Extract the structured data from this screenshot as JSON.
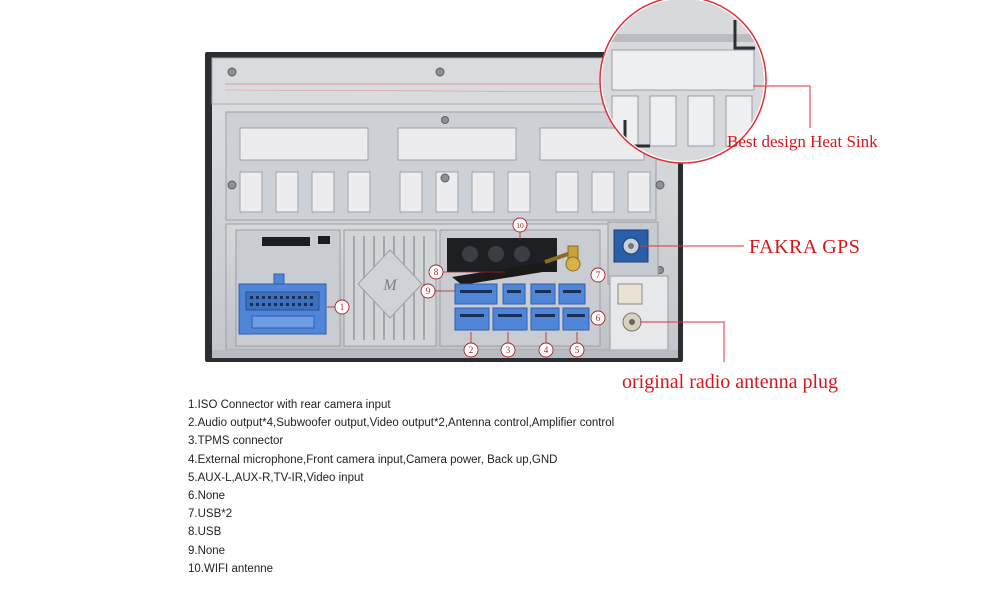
{
  "callouts": {
    "heat_sink": "Best design Heat Sink",
    "fakra_gps": "FAKRA GPS",
    "radio_antenna": "original radio antenna plug"
  },
  "markers": {
    "m1": "1",
    "m2": "2",
    "m3": "3",
    "m4": "4",
    "m5": "5",
    "m6": "6",
    "m7": "7",
    "m8": "8",
    "m9": "9",
    "m10": "10"
  },
  "notes": [
    "1.ISO Connector with rear camera input",
    "2.Audio output*4,Subwoofer output,Video output*2,Antenna control,Amplifier control",
    "3.TPMS connector",
    "4.External microphone,Front camera input,Camera power, Back up,GND",
    "5.AUX-L,AUX-R,TV-IR,Video input",
    "6.None",
    "7.USB*2",
    "8.USB",
    "9.None",
    "10.WIFI antenne"
  ],
  "colors": {
    "accent_red": "#d4171b",
    "connector_blue": "#4f86d8",
    "metal_gray": "#c9ccd0",
    "fakra_blue": "#2a5fa8"
  },
  "icons": {
    "antenna": "wifi-antenna-icon",
    "screw": "screw-icon",
    "logo": "m-logo-icon"
  }
}
